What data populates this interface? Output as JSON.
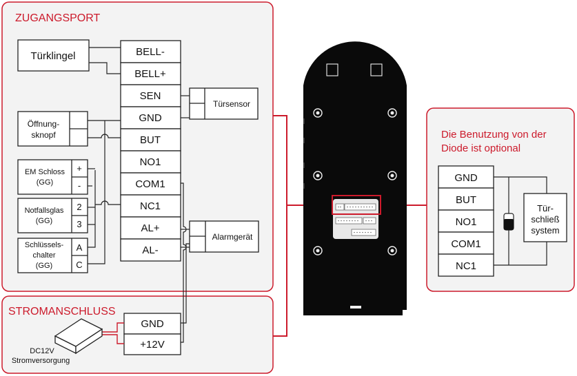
{
  "panels": {
    "access_title": "ZUGANGSPORT",
    "power_title": "STROMANSCHLUSS",
    "diode_note": [
      "Die Benutzung von der",
      "Diode ist optional"
    ]
  },
  "terminals": {
    "bell_minus": "BELL-",
    "bell_plus": "BELL+",
    "sen": "SEN",
    "gnd": "GND",
    "but": "BUT",
    "no1": "NO1",
    "com1": "COM1",
    "nc1": "NC1",
    "al_plus": "AL+",
    "al_minus": "AL-"
  },
  "devices": {
    "doorbell": "Türklingel",
    "door_sensor": "Türsensor",
    "exit_button": [
      "Öffnung-",
      "sknopf"
    ],
    "em_lock": [
      "EM Schloss",
      "(GG)"
    ],
    "em_lock_plus": "+",
    "em_lock_minus": "-",
    "break_glass": [
      "Notfallsglas",
      "(GG)"
    ],
    "break_glass_2": "2",
    "break_glass_3": "3",
    "key_switch": [
      "Schlüssels-",
      "chalter",
      "(GG)"
    ],
    "key_switch_a": "A",
    "key_switch_c": "C",
    "alarm": "Alarmgerät"
  },
  "power": {
    "gnd": "GND",
    "plus12v": "+12V",
    "supply": [
      "DC12V",
      "Stromversorgung"
    ]
  },
  "diode_panel": {
    "gnd": "GND",
    "but": "BUT",
    "no1": "NO1",
    "com1": "COM1",
    "nc1": "NC1",
    "lock": [
      "Tür-",
      "schließ",
      "system"
    ]
  },
  "colors": {
    "accent": "#cc1a2b",
    "panel_bg": "#f3f3f3",
    "device_body": "#0a0a0a"
  }
}
